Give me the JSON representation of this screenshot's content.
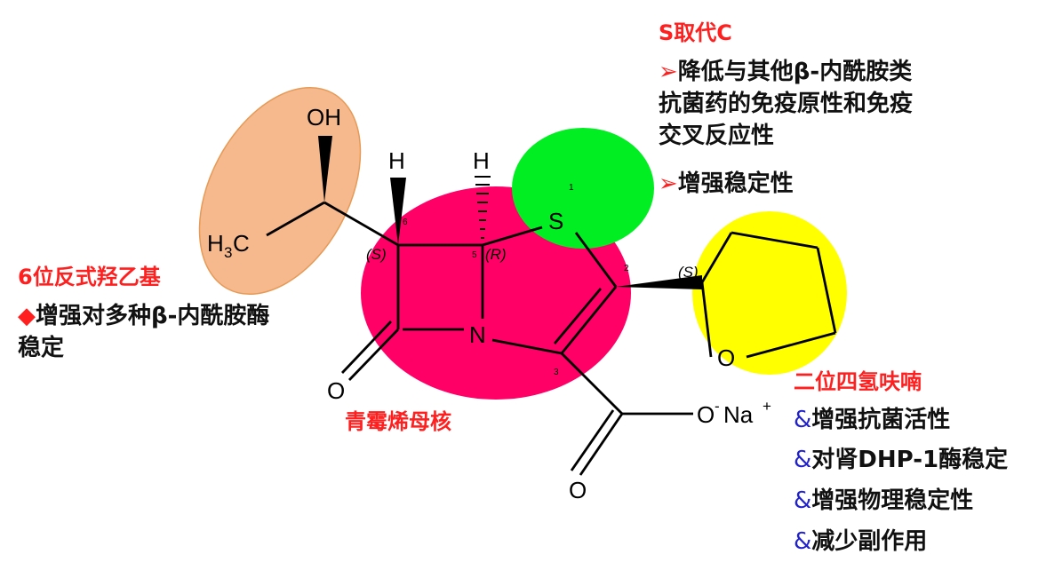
{
  "molecule": {
    "atoms": {
      "oh": "OH",
      "h_left": "H",
      "h_right": "H",
      "ch3_main": "H",
      "ch3_sub": "3",
      "ch3_c": "C",
      "s_atom": "S",
      "n_atom": "N",
      "o_lactam": "O",
      "o_ring": "O",
      "o_carboxyl": "O",
      "o_anion": "O",
      "neg_charge": "-",
      "na": "Na",
      "pos_charge": "+"
    },
    "positions": {
      "p1": "1",
      "p2": "2",
      "p3": "3",
      "p5": "5",
      "p6": "6"
    },
    "stereo": {
      "s_left": "(S)",
      "r_center": "(R)",
      "s_right": "(S)"
    },
    "highlight_colors": {
      "hydroxyethyl": "#f6b98e",
      "penem_core": "#ff0066",
      "sulfur": "#00ee22",
      "thf_ring": "#ffff00"
    }
  },
  "annotations": {
    "hydroxyethyl": {
      "title": "6位反式羟乙基",
      "bullet_symbol": "◆",
      "line1": "增强对多种β-内酰胺酶",
      "line2": "稳定"
    },
    "sulfur": {
      "title": "S取代C",
      "bullet_symbol": "➢",
      "item1_line1": "降低与其他β-内酰胺类",
      "item1_line2": "抗菌药的免疫原性和免疫",
      "item1_line3": "交叉反应性",
      "item2": "增强稳定性"
    },
    "core": {
      "title": "青霉烯母核"
    },
    "thf": {
      "title": "二位四氢呋喃",
      "bullet_symbol": "&",
      "items": [
        "增强抗菌活性",
        "对肾DHP-1酶稳定",
        "增强物理稳定性",
        "减少副作用"
      ]
    }
  }
}
